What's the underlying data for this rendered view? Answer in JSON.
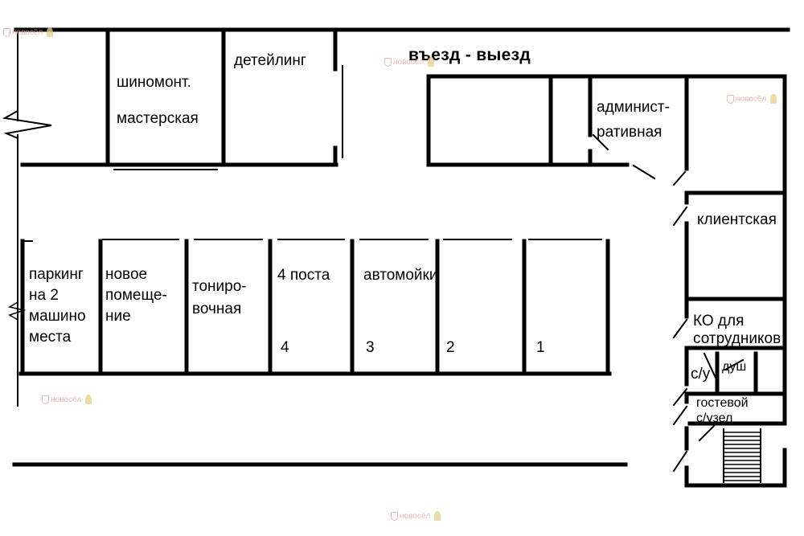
{
  "plan": {
    "entrance_label": "въезд - выезд",
    "rooms": {
      "tire_shop": [
        "шиномонт.",
        "мастерская"
      ],
      "detailing": [
        "детейлинг"
      ],
      "administrative": [
        "админист-",
        "ративная"
      ],
      "client_room": [
        "клиентская"
      ],
      "staff_room": [
        "КО для",
        "сотрудников"
      ],
      "wc": [
        "с/у"
      ],
      "shower": [
        "душ"
      ],
      "guest_wc": [
        "гостевой",
        "с/узел"
      ],
      "parking": [
        "паркинг",
        "на 2",
        "машино",
        "места"
      ],
      "new_room": [
        "новое",
        "помеще-",
        "ние"
      ],
      "tinting": [
        "тониро-",
        "вочная"
      ],
      "wash_posts_count": "4 поста",
      "car_washes": "автомойки"
    },
    "post_numbers": [
      "4",
      "3",
      "2",
      "1"
    ]
  },
  "watermark": {
    "brand": "новосёл",
    "accent_color": "#e8a0a0"
  }
}
